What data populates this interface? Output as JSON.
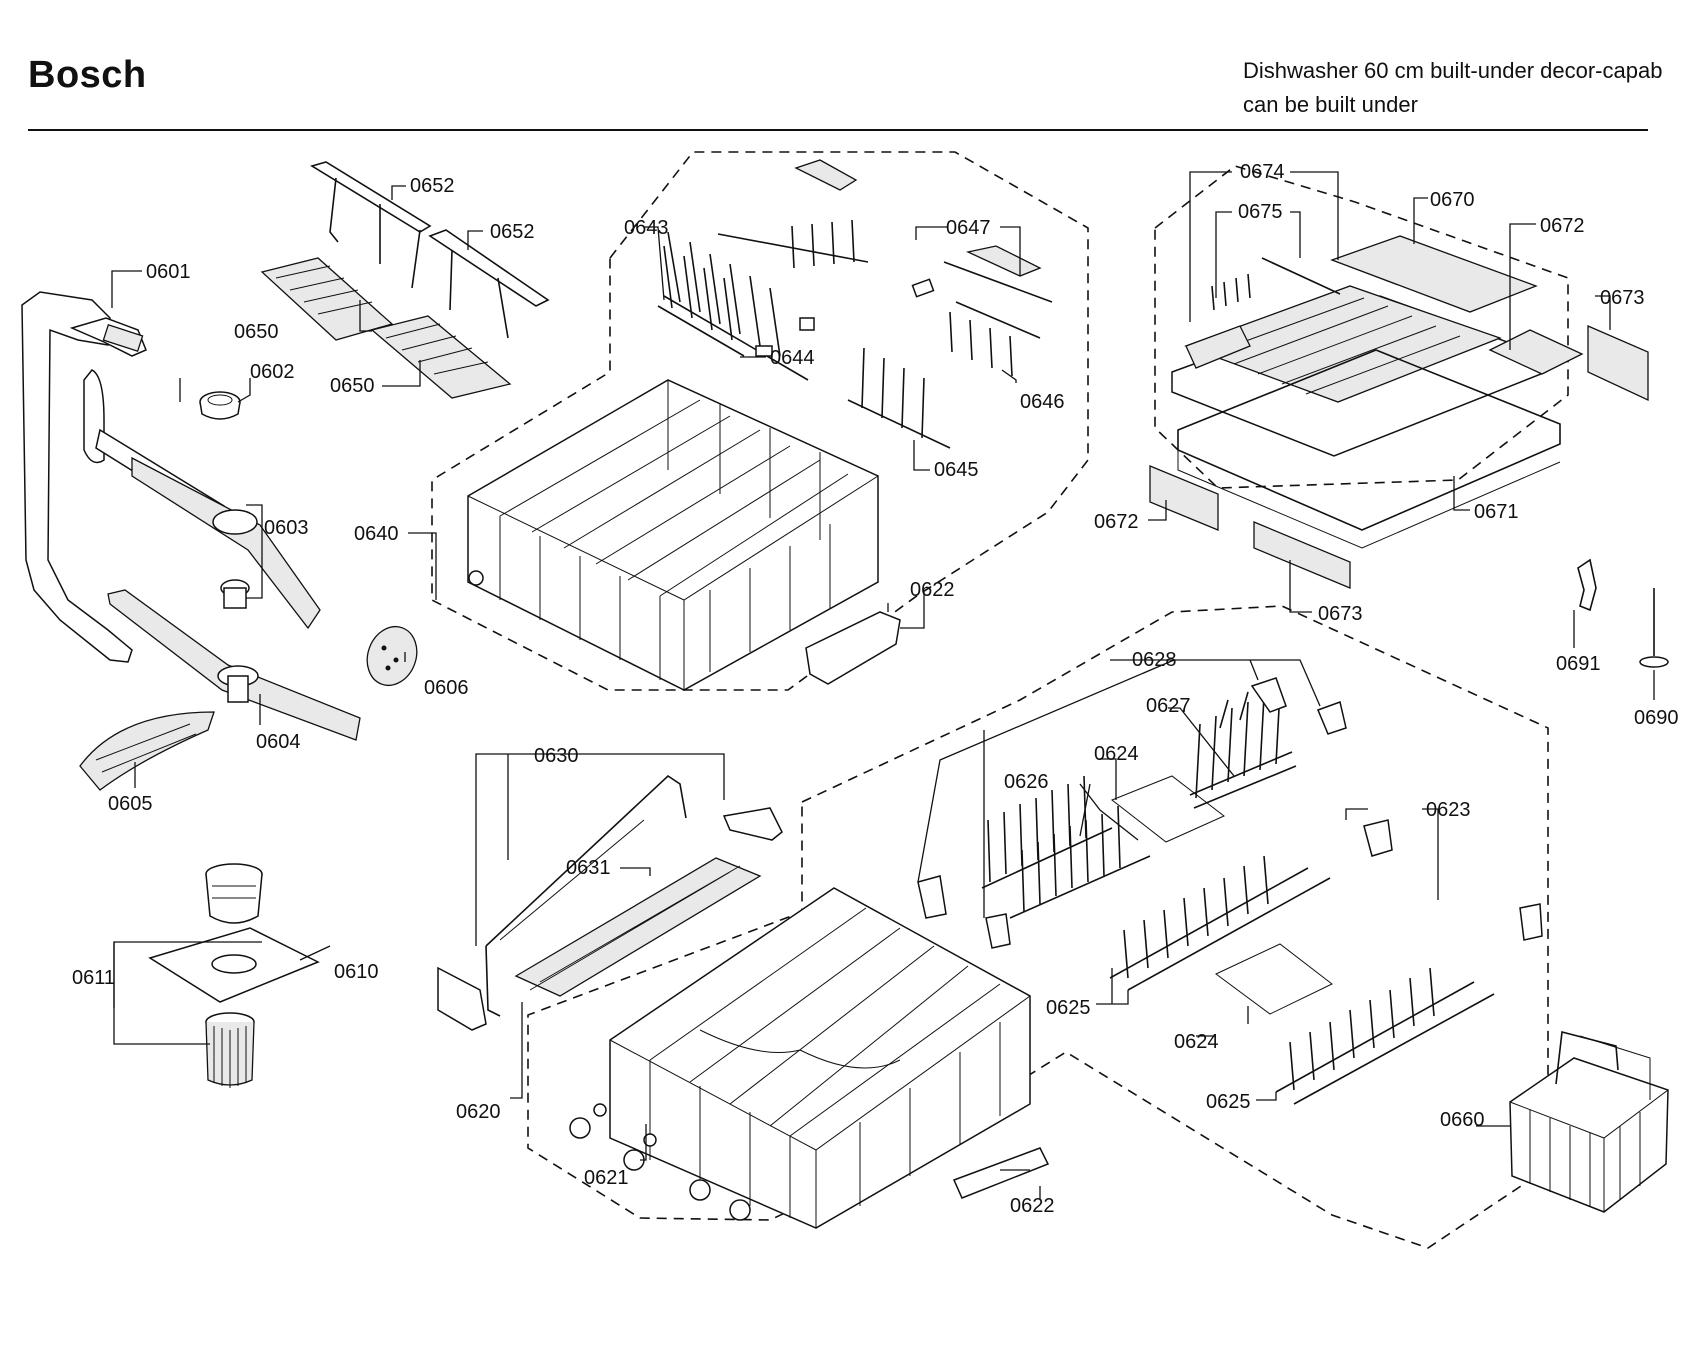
{
  "header": {
    "brand": "Bosch",
    "description_line1": "Dishwasher 60 cm built-under decor-capab",
    "description_line2": "can be built under"
  },
  "part_labels": {
    "p0601": "0601",
    "p0602": "0602",
    "p0603": "0603",
    "p0604": "0604",
    "p0605": "0605",
    "p0606": "0606",
    "p0610": "0610",
    "p0611": "0611",
    "p0620": "0620",
    "p0621": "0621",
    "p0622a": "0622",
    "p0622b": "0622",
    "p0623": "0623",
    "p0624a": "0624",
    "p0624b": "0624",
    "p0625a": "0625",
    "p0625b": "0625",
    "p0626": "0626",
    "p0627": "0627",
    "p0628": "0628",
    "p0630": "0630",
    "p0631": "0631",
    "p0640": "0640",
    "p0643": "0643",
    "p0644": "0644",
    "p0645": "0645",
    "p0646": "0646",
    "p0647": "0647",
    "p0650a": "0650",
    "p0650b": "0650",
    "p0652a": "0652",
    "p0652b": "0652",
    "p0660": "0660",
    "p0670": "0670",
    "p0671": "0671",
    "p0672a": "0672",
    "p0672b": "0672",
    "p0673a": "0673",
    "p0673b": "0673",
    "p0674": "0674",
    "p0675": "0675",
    "p0690": "0690",
    "p0691": "0691"
  }
}
